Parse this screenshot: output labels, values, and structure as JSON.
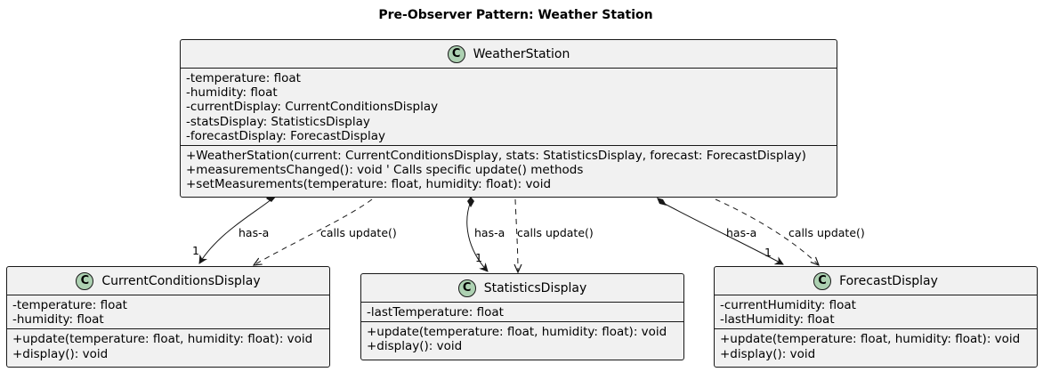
{
  "diagram": {
    "title": "Pre-Observer Pattern: Weather Station",
    "class_icon_letter": "C",
    "classes": {
      "weather_station": {
        "name": "WeatherStation",
        "attributes": [
          "-temperature: float",
          "-humidity: float",
          "-currentDisplay: CurrentConditionsDisplay",
          "-statsDisplay: StatisticsDisplay",
          "-forecastDisplay: ForecastDisplay"
        ],
        "methods": [
          "+WeatherStation(current: CurrentConditionsDisplay, stats: StatisticsDisplay, forecast: ForecastDisplay)",
          "+measurementsChanged(): void ' Calls specific update() methods",
          "+setMeasurements(temperature: float, humidity: float): void"
        ]
      },
      "current_conditions": {
        "name": "CurrentConditionsDisplay",
        "attributes": [
          "-temperature: float",
          "-humidity: float"
        ],
        "methods": [
          "+update(temperature: float, humidity: float): void",
          "+display(): void"
        ]
      },
      "statistics": {
        "name": "StatisticsDisplay",
        "attributes": [
          "-lastTemperature: float"
        ],
        "methods": [
          "+update(temperature: float, humidity: float): void",
          "+display(): void"
        ]
      },
      "forecast": {
        "name": "ForecastDisplay",
        "attributes": [
          "-currentHumidity: float",
          "-lastHumidity: float"
        ],
        "methods": [
          "+update(temperature: float, humidity: float): void",
          "+display(): void"
        ]
      }
    },
    "relations": {
      "composition_label": "has-a",
      "multiplicity": "1",
      "dependency_label": "calls update()"
    },
    "colors": {
      "class_fill": "#f1f1f1",
      "class_icon": "#add1b2",
      "border": "#181818"
    }
  }
}
